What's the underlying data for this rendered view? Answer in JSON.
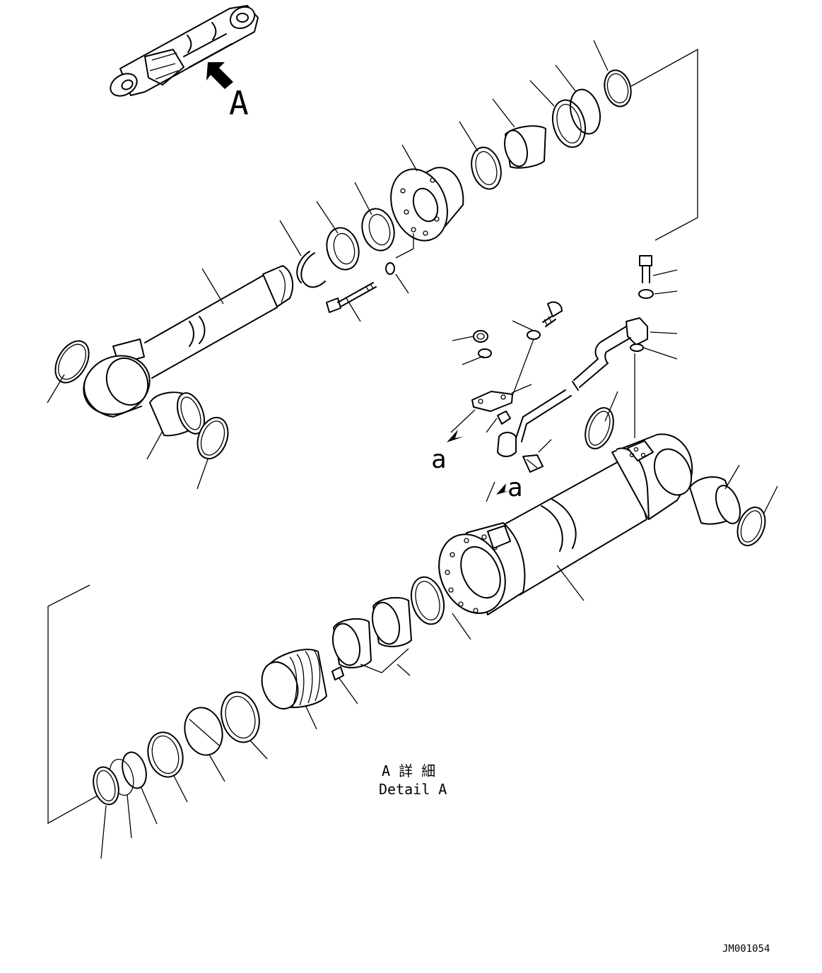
{
  "view_label": "A",
  "detail_ref_upper": "a",
  "detail_ref_lower": "a",
  "detail_title_jp": "A 詳 細",
  "detail_title_en": "Detail A",
  "drawing_number": "JM001054"
}
